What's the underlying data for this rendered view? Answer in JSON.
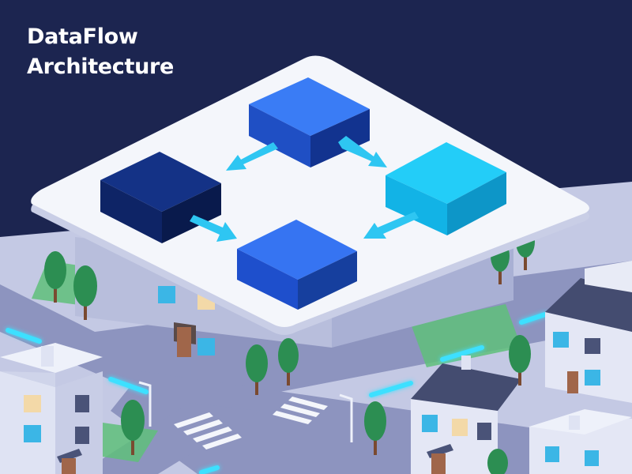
{
  "header": {
    "title_line1": "DataFlow",
    "title_line2": "Architecture"
  },
  "diagram": {
    "nodes": [
      {
        "id": "node-top",
        "color": "#2f6df0"
      },
      {
        "id": "node-left",
        "color": "#102a78"
      },
      {
        "id": "node-right",
        "color": "#16c0f2"
      },
      {
        "id": "node-bottom",
        "color": "#2d64ea"
      }
    ],
    "edges": [
      {
        "from": "node-top",
        "to": "node-left"
      },
      {
        "from": "node-top",
        "to": "node-right"
      },
      {
        "from": "node-left",
        "to": "node-bottom"
      },
      {
        "from": "node-right",
        "to": "node-bottom"
      }
    ],
    "arrow_color": "#2ec6f2",
    "platform_color": "#f4f6fb"
  },
  "colors": {
    "background": "#1c2550",
    "road": "#8a92bc",
    "building_wall": "#dfe3f3",
    "roof": "#444c70",
    "tree": "#2c8e52",
    "glow": "#3de0ff"
  }
}
